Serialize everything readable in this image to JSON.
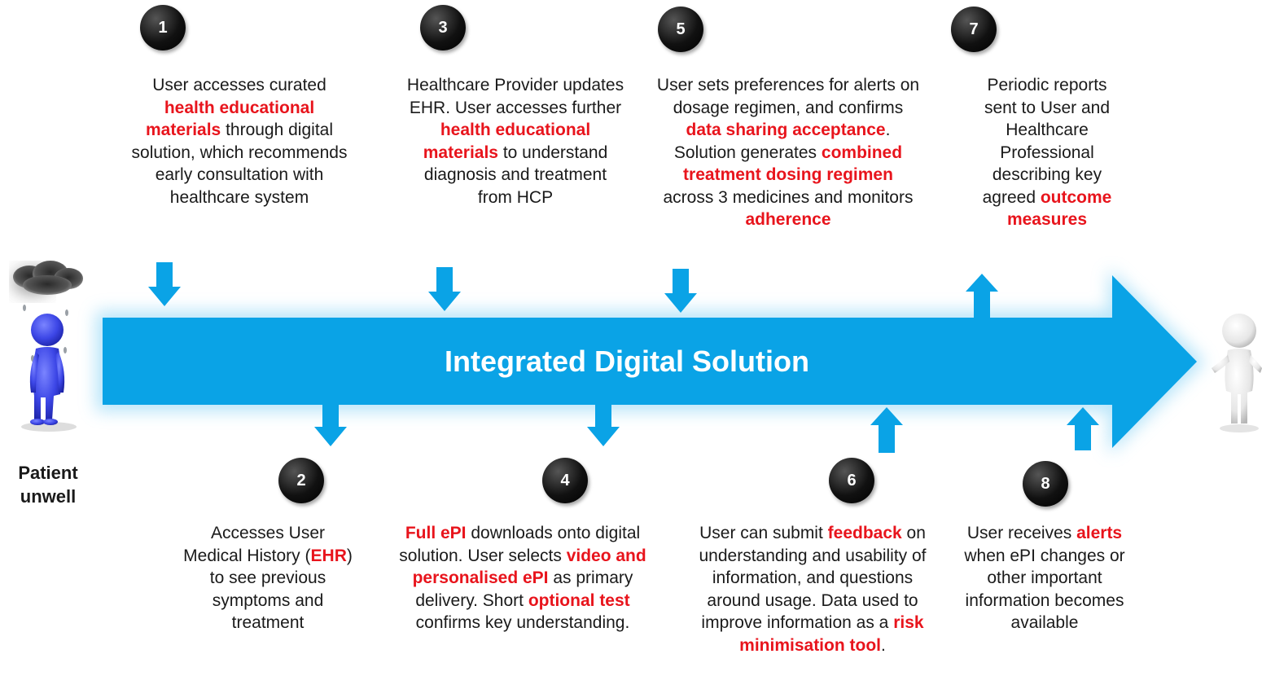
{
  "title": "Integrated Digital Solution",
  "patient_label": [
    "Patient",
    "unwell"
  ],
  "colors": {
    "arrow": "#0aa3e6",
    "highlight": "#e8141c",
    "badge": "#000000",
    "patient": "#3c46e6"
  },
  "steps": [
    {
      "num": "1",
      "segments": [
        {
          "t": "User accesses curated "
        },
        {
          "t": "health educational",
          "h": true
        },
        {
          "t": " "
        },
        {
          "t": "materials",
          "h": true
        },
        {
          "t": " through digital solution, which recommends early consultation with healthcare system"
        }
      ]
    },
    {
      "num": "2",
      "segments": [
        {
          "t": "Accesses User Medical History ("
        },
        {
          "t": "EHR",
          "h": true
        },
        {
          "t": ") to see previous symptoms and treatment"
        }
      ]
    },
    {
      "num": "3",
      "segments": [
        {
          "t": "Healthcare Provider updates EHR. User accesses further "
        },
        {
          "t": "health educational materials",
          "h": true
        },
        {
          "t": " to understand diagnosis and treatment from HCP"
        }
      ]
    },
    {
      "num": "4",
      "segments": [
        {
          "t": "Full ePI",
          "h": true
        },
        {
          "t": " downloads onto digital solution. User selects "
        },
        {
          "t": "video and personalised ePI",
          "h": true
        },
        {
          "t": " as primary delivery. Short "
        },
        {
          "t": "optional test",
          "h": true
        },
        {
          "t": " confirms key understanding."
        }
      ]
    },
    {
      "num": "5",
      "segments": [
        {
          "t": "User sets preferences for alerts on dosage regimen, and confirms "
        },
        {
          "t": "data sharing acceptance",
          "h": true
        },
        {
          "t": ". Solution generates "
        },
        {
          "t": "combined treatment dosing regimen",
          "h": true
        },
        {
          "t": " across 3 medicines and monitors "
        },
        {
          "t": "adherence",
          "h": true
        }
      ]
    },
    {
      "num": "6",
      "segments": [
        {
          "t": "User can submit "
        },
        {
          "t": "feedback",
          "h": true
        },
        {
          "t": " on understanding and usability of information, and questions around usage. Data used to improve information as a "
        },
        {
          "t": "risk minimisation tool",
          "h": true
        },
        {
          "t": "."
        }
      ]
    },
    {
      "num": "7",
      "segments": [
        {
          "t": "Periodic reports sent to User and Healthcare Professional describing key agreed "
        },
        {
          "t": "outcome measures",
          "h": true
        }
      ]
    },
    {
      "num": "8",
      "segments": [
        {
          "t": "User receives "
        },
        {
          "t": "alerts",
          "h": true
        },
        {
          "t": " when ePI changes or other important information becomes available"
        }
      ]
    }
  ]
}
